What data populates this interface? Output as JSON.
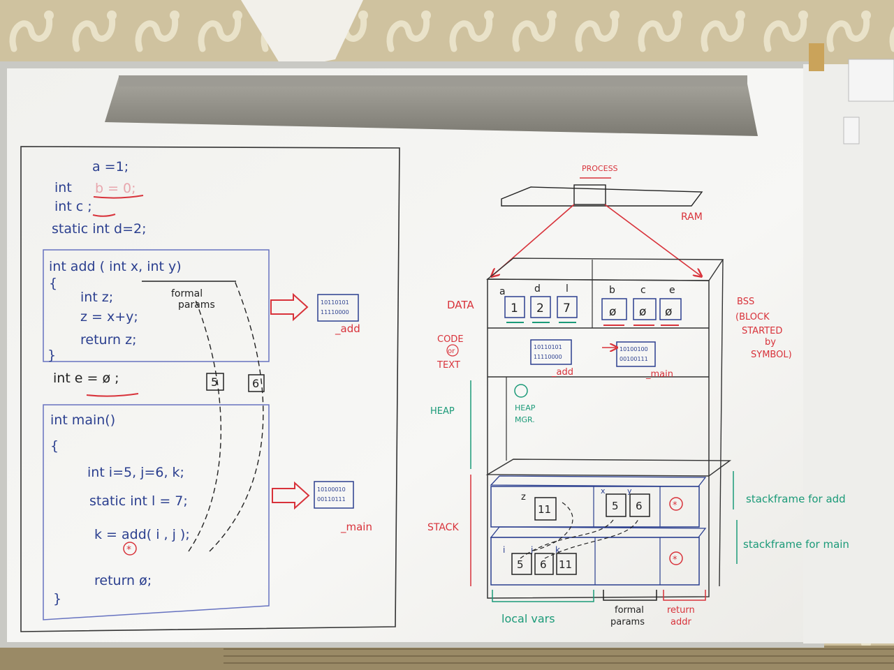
{
  "code": {
    "globals": [
      "a =1;",
      "int",
      "int  c ;",
      "static  int  d=2;"
    ],
    "add_func": {
      "signature": "int  add ( int  x,  int y)",
      "open_brace": "{",
      "body": [
        "int  z;",
        "z = x+y;",
        "return  z;"
      ],
      "close_brace": "}",
      "formal_params_label": [
        "formal",
        "params"
      ]
    },
    "global_e": "int  e = ø ;",
    "boxed_values": [
      "5",
      "6"
    ],
    "main_func": {
      "signature": "int  main()",
      "open_brace": "{",
      "lines": [
        "int  i=5,  j=6,  k;",
        "static  int  l = 7;",
        "k = add( i ,  j );",
        "return  ø;"
      ],
      "close_brace": "}",
      "star_mark": "*"
    },
    "binary_add": [
      "10110101",
      "11110000"
    ],
    "binary_add_label": "_add",
    "binary_main": [
      "10100010",
      "00110111"
    ],
    "binary_main_label": "_main"
  },
  "memory": {
    "process_label": "PROCESS",
    "ram_label": "RAM",
    "data_label": "DATA",
    "code_label_1": "CODE",
    "code_label_or": "or",
    "code_label_2": "TEXT",
    "heap_label": "HEAP",
    "heap_mgr": [
      "HEAP",
      "MGR."
    ],
    "stack_label": "STACK",
    "bss_label": [
      "BSS",
      "(BLOCK",
      "STARTED",
      "by",
      "SYMBOL)"
    ],
    "data_vars": [
      {
        "name": "a",
        "value": "1"
      },
      {
        "name": "d",
        "value": "2"
      },
      {
        "name": "l",
        "value": "7"
      }
    ],
    "bss_vars": [
      {
        "name": "b",
        "value": "ø"
      },
      {
        "name": "c",
        "value": "ø"
      },
      {
        "name": "e",
        "value": "ø"
      }
    ],
    "text_add_bin": [
      "10110101",
      "11110000"
    ],
    "text_add_label": "_add",
    "text_main_bin": [
      "10100100",
      "00100111"
    ],
    "text_main_label": "_main",
    "add_frame": {
      "z_label": "z",
      "z_value": "11",
      "x_label": "x",
      "y_label": "y",
      "x_value": "5",
      "y_value": "6",
      "ret": "*"
    },
    "main_frame": {
      "i_label": "i",
      "j_label": "j",
      "k_label": "k",
      "i_value": "5",
      "j_value": "6",
      "k_value": "11",
      "ret": "*"
    },
    "stackframe_add": "stackframe  for  add",
    "stackframe_main": "stackframe  for  main",
    "local_vars": "local  vars",
    "formal_params": [
      "formal",
      "params"
    ],
    "return_addr": [
      "return",
      "addr"
    ]
  },
  "colors": {
    "marker_blue": "#2b3f8f",
    "marker_red": "#d8323a",
    "marker_green": "#1b9a78",
    "board": "#f4f4f1"
  }
}
